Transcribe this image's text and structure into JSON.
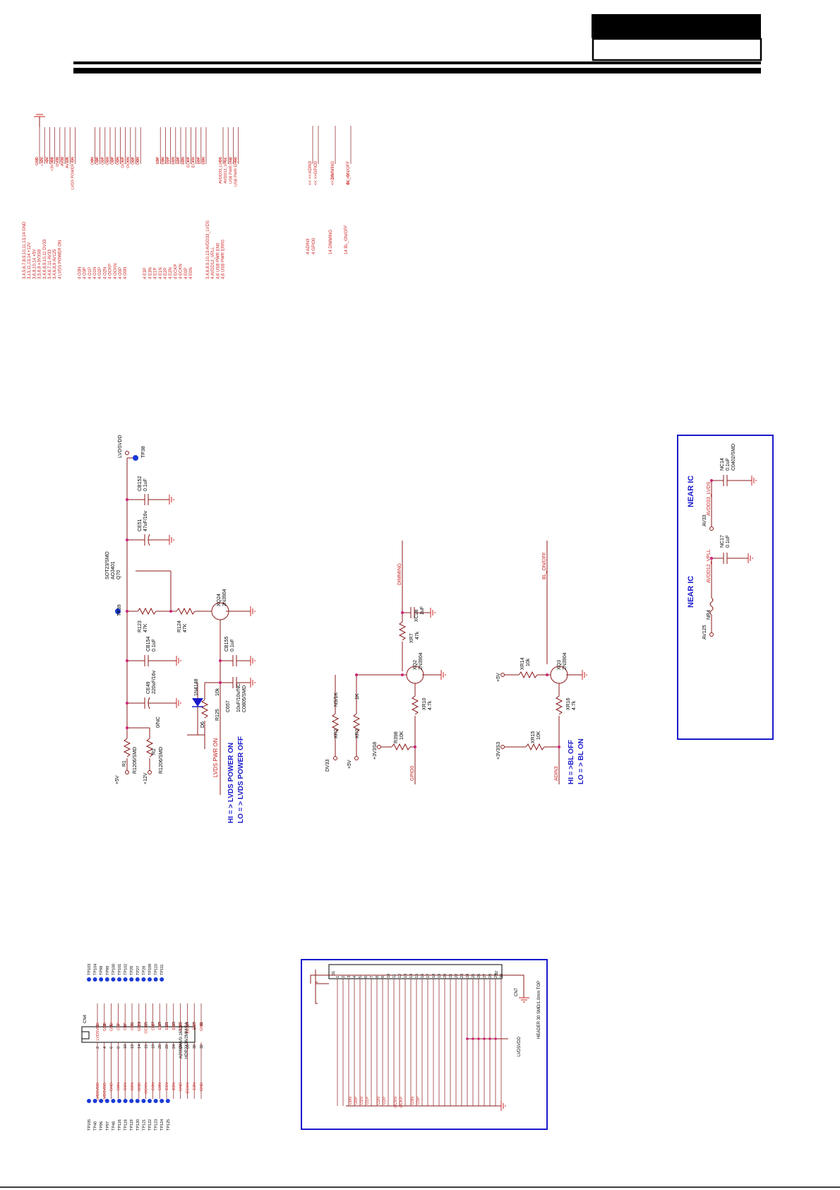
{
  "colors": {
    "net": "#cc2222",
    "wire": "#8b1a1a",
    "blue": "#1a1acc",
    "pin": "#000000",
    "junction": "#cc2277",
    "tp": "#1a3ad6"
  },
  "page_netlist": {
    "left": [
      {
        "net": "GND",
        "refs": "3,4,5,6,7,8,9,10,11,13,14"
      },
      {
        "net": "+12V",
        "refs": "3,13,11,13,14"
      },
      {
        "net": "+5V",
        "refs": "3,6,8,10,14"
      },
      {
        "net": "+3V3SB",
        "refs": "3,5,6,8"
      },
      {
        "net": "DV33",
        "refs": "3,4,6,8,9,10,11"
      },
      {
        "net": "AV33",
        "refs": "3,4,6,7,11"
      },
      {
        "net": "AV125",
        "refs": "3,4,6,8,9"
      },
      {
        "net": "LVDS POWER ON",
        "refs": "4"
      },
      {
        "net": "O3N",
        "refs": "4"
      },
      {
        "net": "O3P",
        "refs": "4"
      },
      {
        "net": "O1P",
        "refs": "4"
      },
      {
        "net": "O1N",
        "refs": "4"
      },
      {
        "net": "O2P",
        "refs": "4"
      },
      {
        "net": "O2N",
        "refs": "4"
      },
      {
        "net": "OCKP",
        "refs": "4"
      },
      {
        "net": "OCKN",
        "refs": "4"
      },
      {
        "net": "O0P",
        "refs": "4"
      },
      {
        "net": "O0N",
        "refs": "4"
      },
      {
        "net": "E3P",
        "refs": "4"
      },
      {
        "net": "E3N",
        "refs": "4"
      },
      {
        "net": "E1P",
        "refs": "4"
      },
      {
        "net": "E1N",
        "refs": "4"
      },
      {
        "net": "E2P",
        "refs": "4"
      },
      {
        "net": "E2N",
        "refs": "4"
      },
      {
        "net": "ECKP",
        "refs": "4"
      },
      {
        "net": "ECKN",
        "refs": "4"
      },
      {
        "net": "E0P",
        "refs": "4"
      },
      {
        "net": "E0N",
        "refs": "4"
      },
      {
        "net": "AVDD33_LVDS",
        "refs": "3,4,6,8,9,10,13"
      },
      {
        "net": "AVDD12_VPLL",
        "refs": "4"
      },
      {
        "net": "USB PWR EN0",
        "refs": "4,6"
      },
      {
        "net": "USB PWR ERR0",
        "refs": "4,6"
      }
    ],
    "right": [
      {
        "net": "ADIN3",
        "refs": "4"
      },
      {
        "net": "GPIO0",
        "refs": "4"
      },
      {
        "net": "DIMMING",
        "refs": "14"
      },
      {
        "net": "BL_ON/OFF",
        "refs": "14"
      }
    ],
    "right_bus_labels": [
      "GND",
      "+12V",
      "+5V",
      "+3V3SB",
      "DV33",
      "AV33",
      "AV125",
      "LVDS POWER ON",
      "O3N",
      "O3P",
      "O1P",
      "O1N",
      "O2P",
      "O2N",
      "OCKP",
      "OCKN",
      "O0P",
      "O0N",
      "E3P",
      "E3N",
      "E1P",
      "E1N",
      "E2P",
      "E2N",
      "ECKP",
      "ECKN",
      "E0P",
      "E0N",
      "AVDD33_LVDS",
      "AVDD12_VPLL",
      "USB PWR EN0",
      "USB PWR ERR0"
    ]
  },
  "lvds_power": {
    "rail": "LVDSVDD",
    "tp_rail": "TP38",
    "tp_gate": "TP39",
    "mosfet": {
      "ref": "Q70",
      "part": "AO3401",
      "pkg": "SOT23/SMD"
    },
    "caps": [
      {
        "ref": "CB152",
        "value": "0.1uF"
      },
      {
        "ref": "CE51",
        "value": "47uF/16v"
      },
      {
        "ref": "CB154",
        "value": "0.1uF"
      },
      {
        "ref": "CE49",
        "value": "220uF/16v"
      },
      {
        "ref": "CB155",
        "value": "0.1uF"
      },
      {
        "ref": "C657",
        "value": "10uF/10v/NC",
        "pkg": "C0805/SMD"
      }
    ],
    "resistors": [
      {
        "ref": "R123",
        "value": "47K"
      },
      {
        "ref": "R124",
        "value": "47K"
      },
      {
        "ref": "R125",
        "value": "10k"
      },
      {
        "ref": "R1",
        "value": "R1206/SMD"
      },
      {
        "ref": "R2",
        "value": "0/NC",
        "pkg": "R1206/SMD"
      }
    ],
    "transistor": {
      "ref": "XQ24",
      "part": "2N3904"
    },
    "diode": {
      "ref": "D6",
      "part": "1N4148"
    },
    "supply_5v": "+5V",
    "supply_12v": "+12V",
    "control_net": "LVDS PWR ON",
    "note_hi": "HI = > LVDS  POWER ON",
    "note_lo": "LO = > LVDS  POWER OFF"
  },
  "dimming": {
    "net_top": "DIMMING",
    "cap": {
      "ref": "XC28",
      "value": "1uF"
    },
    "r_series": {
      "ref": "XR7",
      "value": "47k"
    },
    "transistor": {
      "ref": "XQ2",
      "part": "2N3904"
    },
    "r_emitter": {
      "ref": "XR10",
      "value": "4.7k"
    },
    "r_pullup_a": {
      "ref": "XR2",
      "value": "NS/1K"
    },
    "r_pullup_b": {
      "ref": "XR3",
      "value": "1K"
    },
    "r_gpio": {
      "ref": "R398",
      "value": "10K"
    },
    "supply_dv33": "DV33",
    "supply_5v": "+5V",
    "supply_3v3": "+3V3S8",
    "control_net": "GPIO0"
  },
  "backlight": {
    "net_top": "BL_ON/OFF",
    "r_pullup": {
      "ref": "XR14",
      "value": "10k"
    },
    "transistor": {
      "ref": "XQ3",
      "part": "2N3904"
    },
    "r_emitter": {
      "ref": "XR16",
      "value": "4.7k"
    },
    "r_ctrl": {
      "ref": "XR15",
      "value": "10K"
    },
    "supply_5v": "+5V",
    "supply_3v3": "+3V3S3",
    "control_net": "ADIN3",
    "note_hi": "HI  = >BL  OFF",
    "note_lo": "LO = > BL  ON"
  },
  "near_ic": {
    "title_a": "NEAR  IC",
    "title_b": "NEAR  IC",
    "supply_a": "AV125",
    "supply_b": "AV33",
    "bead": "NR4",
    "net_a": "AVDD12_VPLL",
    "net_b": "AVDD33_LVDS",
    "cap_a": {
      "ref": "NC17",
      "value": "0.1uF"
    },
    "cap_b": {
      "ref": "NC14",
      "value": "0.1uF",
      "pkg": "C0402/SMD"
    }
  },
  "cn4": {
    "ref": "CN4",
    "part": "A2008WV0-16X2",
    "part2": "HDR2X16/2MM/SA",
    "tp_top": [
      "TP103",
      "TP104",
      "TP98",
      "TP99",
      "TP100",
      "TP101",
      "TP102",
      "TP26",
      "TP27",
      "TP28",
      "TP109",
      "TP110",
      "TP111"
    ],
    "tp_left": [
      "TP105",
      "TP40",
      "TP96",
      "TP97",
      "TP48",
      "TP116",
      "TP118",
      "TP119",
      "TP120",
      "TP121",
      "TP122",
      "TP123",
      "TP124",
      "TP125"
    ],
    "pins_odd": [
      "1",
      "3",
      "5",
      "7",
      "9",
      "11",
      "13",
      "15",
      "17",
      "19",
      "21",
      "23",
      "25",
      "27",
      "29",
      "31"
    ],
    "pins_even": [
      "2",
      "4",
      "6",
      "8",
      "10",
      "12",
      "14",
      "16",
      "18",
      "20",
      "22",
      "24",
      "26",
      "28",
      "30",
      "32"
    ],
    "nets_odd": [
      "LVDSVDD",
      "GND",
      "GND",
      "O0P",
      "O1P",
      "O2P",
      "GND",
      "OCKP",
      "O3P",
      "E0P",
      "E1P",
      "E2P",
      "GND",
      "ECKP",
      "E3P",
      "GND"
    ],
    "nets_even": [
      "LVDSVDD",
      "LVDSVDD",
      "GND",
      "O0N",
      "O1N",
      "O2N",
      "GND",
      "OCKN",
      "O3N",
      "E0N",
      "E1N",
      "E2N",
      "GND",
      "ECKN",
      "E3N",
      "GND"
    ]
  },
  "cn7": {
    "ref": "CN7",
    "part": "HEADER 30 SMD/1.0mm TOP",
    "pins": [
      "1",
      "2",
      "3",
      "4",
      "5",
      "6",
      "7",
      "8",
      "9",
      "10",
      "11",
      "12",
      "13",
      "14",
      "15",
      "16",
      "17",
      "18",
      "19",
      "20",
      "21",
      "22",
      "23",
      "24",
      "25",
      "26",
      "27",
      "28",
      "29",
      "30"
    ],
    "pin_left": "31",
    "pin_right": "32",
    "nets": [
      "O0N",
      "O0P",
      "O1N",
      "O1P",
      "O2N",
      "O2P",
      "OCKN",
      "OCKP",
      "O3N",
      "O3P"
    ],
    "rail": "LVDSVDD"
  }
}
